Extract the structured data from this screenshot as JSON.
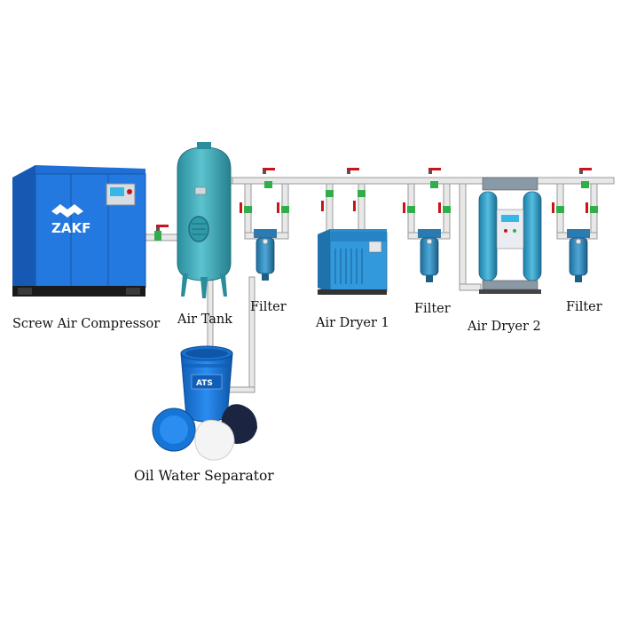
{
  "labels": {
    "compressor": "Screw Air Compressor",
    "tank": "Air Tank",
    "filter1": "Filter",
    "dryer1": "Air Dryer 1",
    "filter2": "Filter",
    "dryer2": "Air Dryer 2",
    "filter3": "Filter",
    "separator": "Oil Water Separator"
  },
  "brands": {
    "compressor": "ZAKF",
    "separator": "ATS"
  },
  "colors": {
    "compressor_blue": "#1f6fd6",
    "tank_teal": "#3aa6b5",
    "pipe": "#e6e6e6",
    "valve_red": "#c8151b",
    "fitting_green": "#2fae4a",
    "dryer_blue": "#2b8fd1",
    "separator_blue": "#1576d8"
  }
}
